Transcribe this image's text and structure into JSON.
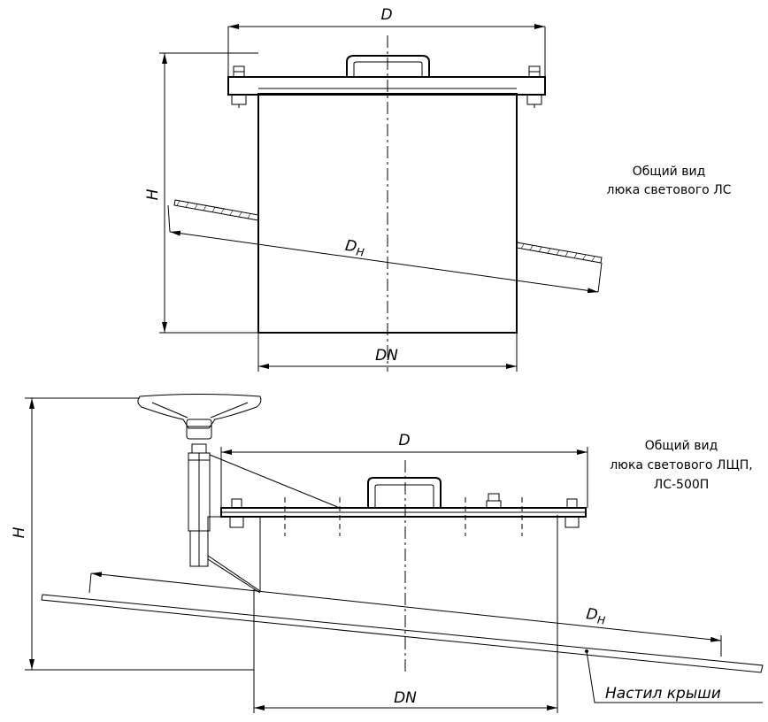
{
  "top_view": {
    "dim_D": "D",
    "dim_H": "H",
    "dim_Dn_main": "D",
    "dim_Dn_sub": "H",
    "dim_DN": "DN",
    "caption_line1": "Общий вид",
    "caption_line2": "люка светового ЛС"
  },
  "bottom_view": {
    "dim_D": "D",
    "dim_H": "H",
    "dim_Dn_main": "D",
    "dim_Dn_sub": "H",
    "dim_DN": "DN",
    "caption_line1": "Общий вид",
    "caption_line2": "люка светового ЛЩП,",
    "caption_line3": "ЛС-500П",
    "roof_label": "Настил крыши"
  }
}
